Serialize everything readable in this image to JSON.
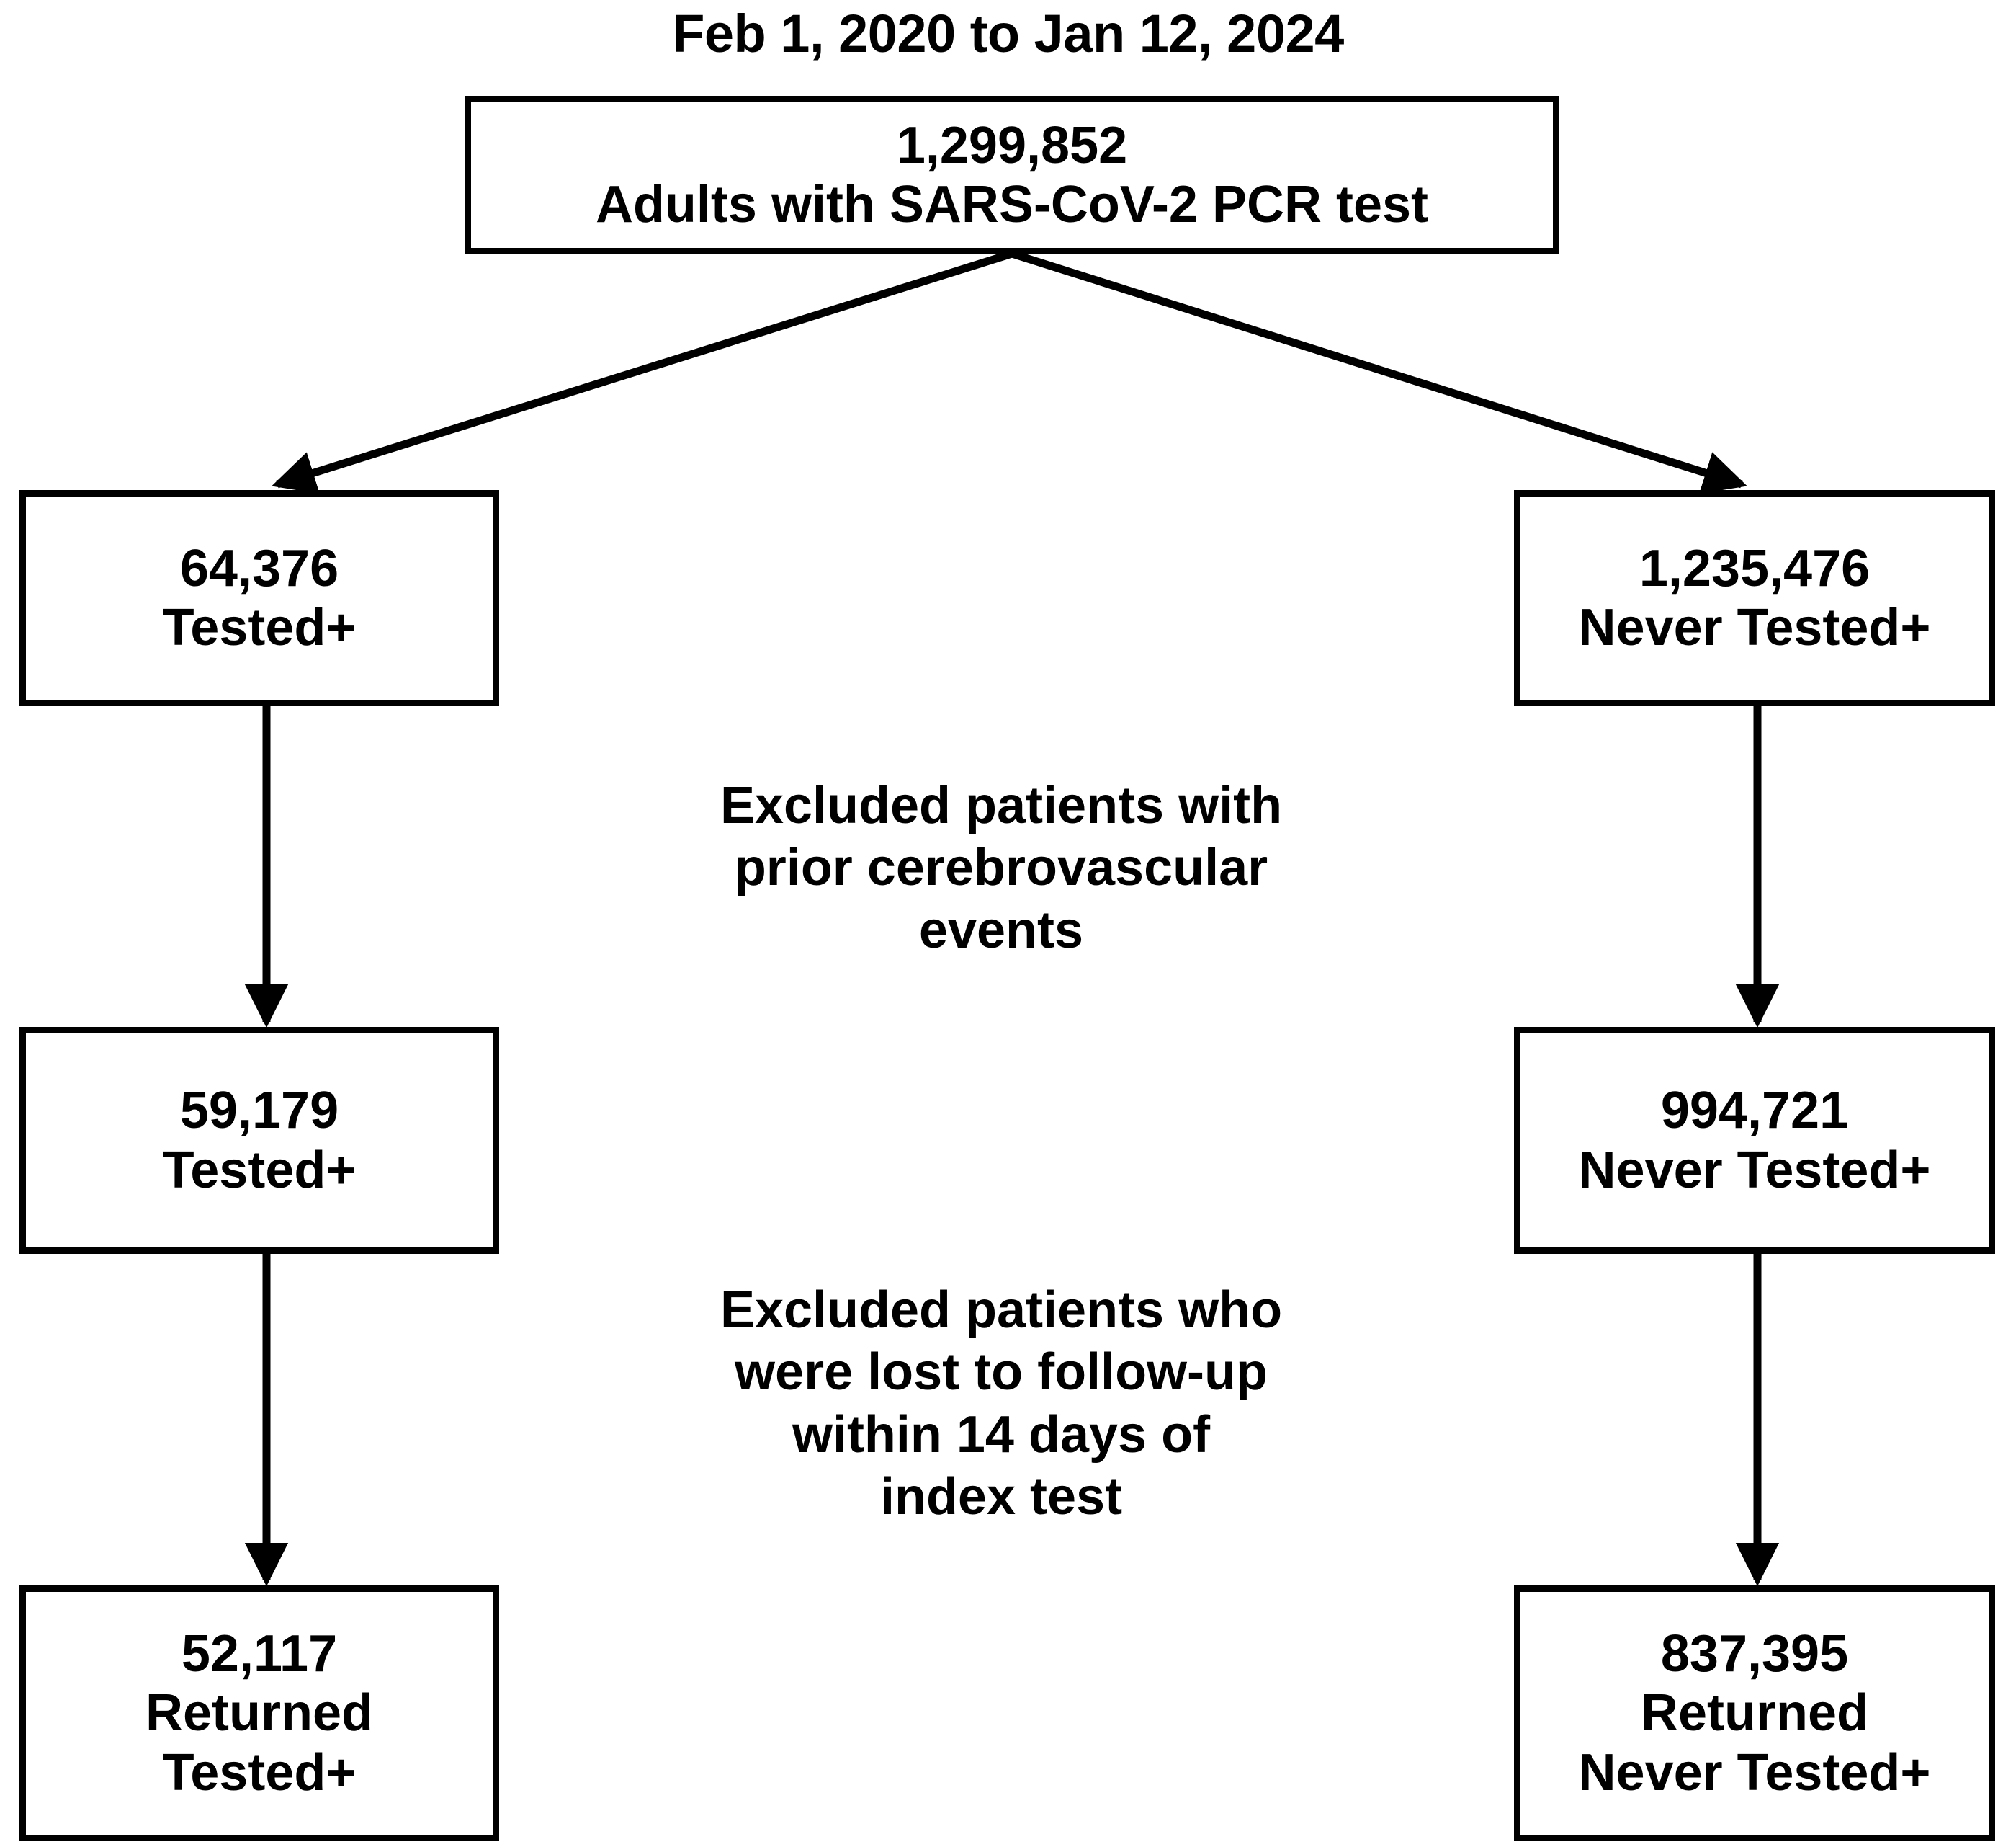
{
  "title": "Feb 1, 2020 to Jan 12, 2024",
  "chart_data": {
    "type": "diagram",
    "diagram_kind": "patient-flow-consort",
    "title": "Feb 1, 2020 to Jan 12, 2024",
    "nodes": [
      {
        "id": "root",
        "count": "1,299,852",
        "label": "Adults with SARS-CoV-2 PCR test",
        "row": 0,
        "column": "center"
      },
      {
        "id": "left-1",
        "count": "64,376",
        "label": "Tested+",
        "row": 1,
        "column": "left"
      },
      {
        "id": "right-1",
        "count": "1,235,476",
        "label": "Never Tested+",
        "row": 1,
        "column": "right"
      },
      {
        "id": "left-2",
        "count": "59,179",
        "label": "Tested+",
        "row": 2,
        "column": "left"
      },
      {
        "id": "right-2",
        "count": "994,721",
        "label": "Never Tested+",
        "row": 2,
        "column": "right"
      },
      {
        "id": "left-3",
        "count": "52,117",
        "label": "Returned",
        "label2": "Tested+",
        "row": 3,
        "column": "left"
      },
      {
        "id": "right-3",
        "count": "837,395",
        "label": "Returned",
        "label2": "Never Tested+",
        "row": 3,
        "column": "right"
      }
    ],
    "edges": [
      {
        "from": "root",
        "to": "left-1",
        "style": "diagonal-arrow"
      },
      {
        "from": "root",
        "to": "right-1",
        "style": "diagonal-arrow"
      },
      {
        "from": "left-1",
        "to": "left-2",
        "style": "vertical-arrow",
        "annotation": "exclusion-1"
      },
      {
        "from": "right-1",
        "to": "right-2",
        "style": "vertical-arrow",
        "annotation": "exclusion-1"
      },
      {
        "from": "left-2",
        "to": "left-3",
        "style": "vertical-arrow",
        "annotation": "exclusion-2"
      },
      {
        "from": "right-2",
        "to": "right-3",
        "style": "vertical-arrow",
        "annotation": "exclusion-2"
      }
    ],
    "annotations": [
      {
        "id": "exclusion-1",
        "text": "Excluded patients with prior cerebrovascular events"
      },
      {
        "id": "exclusion-2",
        "text": "Excluded patients who were lost to follow-up within 14 days of index test"
      }
    ],
    "colors": {
      "stroke": "#000000",
      "fill": "#ffffff",
      "text": "#000000"
    }
  },
  "boxes": {
    "root": {
      "count": "1,299,852",
      "label": "Adults with SARS-CoV-2 PCR test"
    },
    "left_1": {
      "count": "64,376",
      "label": "Tested+"
    },
    "right_1": {
      "count": "1,235,476",
      "label": "Never Tested+"
    },
    "left_2": {
      "count": "59,179",
      "label": "Tested+"
    },
    "right_2": {
      "count": "994,721",
      "label": "Never Tested+"
    },
    "left_3": {
      "count": "52,117",
      "label": "Returned",
      "label2": "Tested+"
    },
    "right_3": {
      "count": "837,395",
      "label": "Returned",
      "label2": "Never Tested+"
    }
  },
  "annotations": {
    "exclusion_1_line1": "Excluded patients with",
    "exclusion_1_line2": "prior cerebrovascular",
    "exclusion_1_line3": "events",
    "exclusion_2_line1": "Excluded patients who",
    "exclusion_2_line2": "were lost to follow-up",
    "exclusion_2_line3": "within 14 days of",
    "exclusion_2_line4": "index test"
  }
}
